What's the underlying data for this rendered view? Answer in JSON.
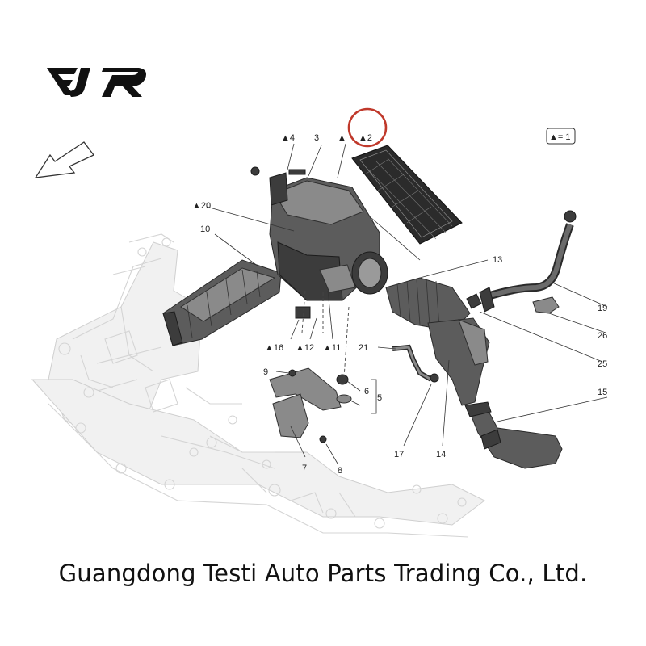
{
  "logo": {
    "text": "EJR"
  },
  "highlight_color": "#c0392b",
  "legend": {
    "text": "▲= 1"
  },
  "callouts": [
    {
      "id": "c2",
      "text": "▲2"
    },
    {
      "id": "c3",
      "text": "3"
    },
    {
      "id": "c4",
      "text": "▲4"
    },
    {
      "id": "c-tri",
      "text": "▲"
    },
    {
      "id": "c5",
      "text": "5"
    },
    {
      "id": "c6",
      "text": "6"
    },
    {
      "id": "c7",
      "text": "7"
    },
    {
      "id": "c8",
      "text": "8"
    },
    {
      "id": "c9",
      "text": "9"
    },
    {
      "id": "c10",
      "text": "10"
    },
    {
      "id": "c11",
      "text": "▲11"
    },
    {
      "id": "c12",
      "text": "▲12"
    },
    {
      "id": "c13",
      "text": "13"
    },
    {
      "id": "c14",
      "text": "14"
    },
    {
      "id": "c15",
      "text": "15"
    },
    {
      "id": "c16",
      "text": "▲16"
    },
    {
      "id": "c17",
      "text": "17"
    },
    {
      "id": "c19",
      "text": "19"
    },
    {
      "id": "c20",
      "text": "▲20"
    },
    {
      "id": "c21",
      "text": "21"
    },
    {
      "id": "c25",
      "text": "25"
    },
    {
      "id": "c26",
      "text": "26"
    }
  ],
  "company_name": "Guangdong Testi Auto Parts Trading Co., Ltd."
}
